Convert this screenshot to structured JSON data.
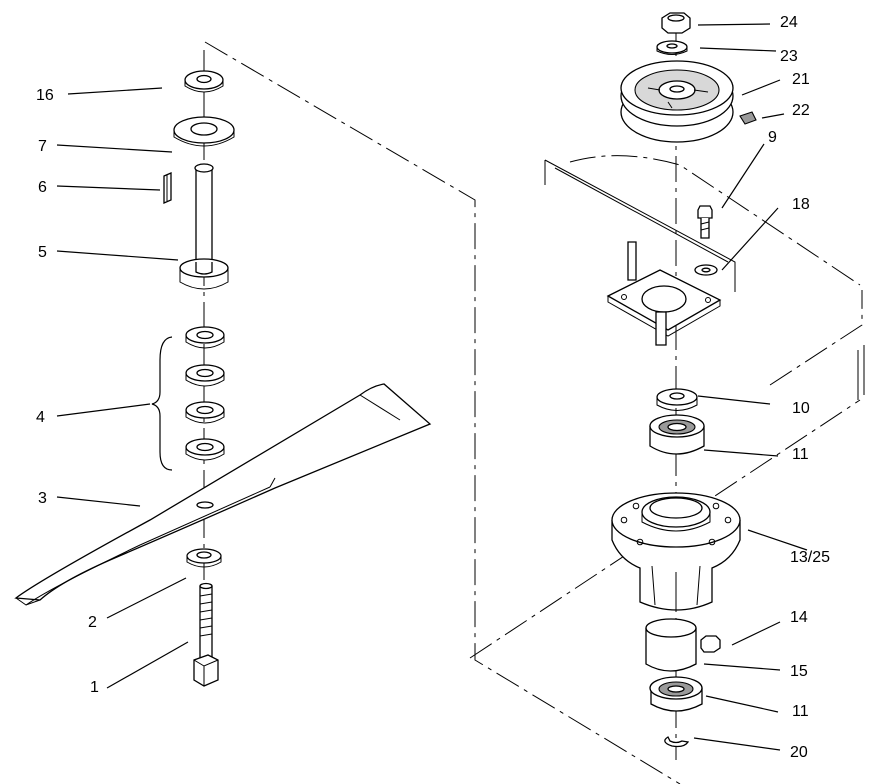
{
  "diagram": {
    "callouts": [
      "1",
      "2",
      "3",
      "4",
      "5",
      "6",
      "7",
      "16",
      "9",
      "10",
      "11",
      "13/25",
      "14",
      "15",
      "11",
      "18",
      "20",
      "21",
      "22",
      "23",
      "24"
    ]
  }
}
